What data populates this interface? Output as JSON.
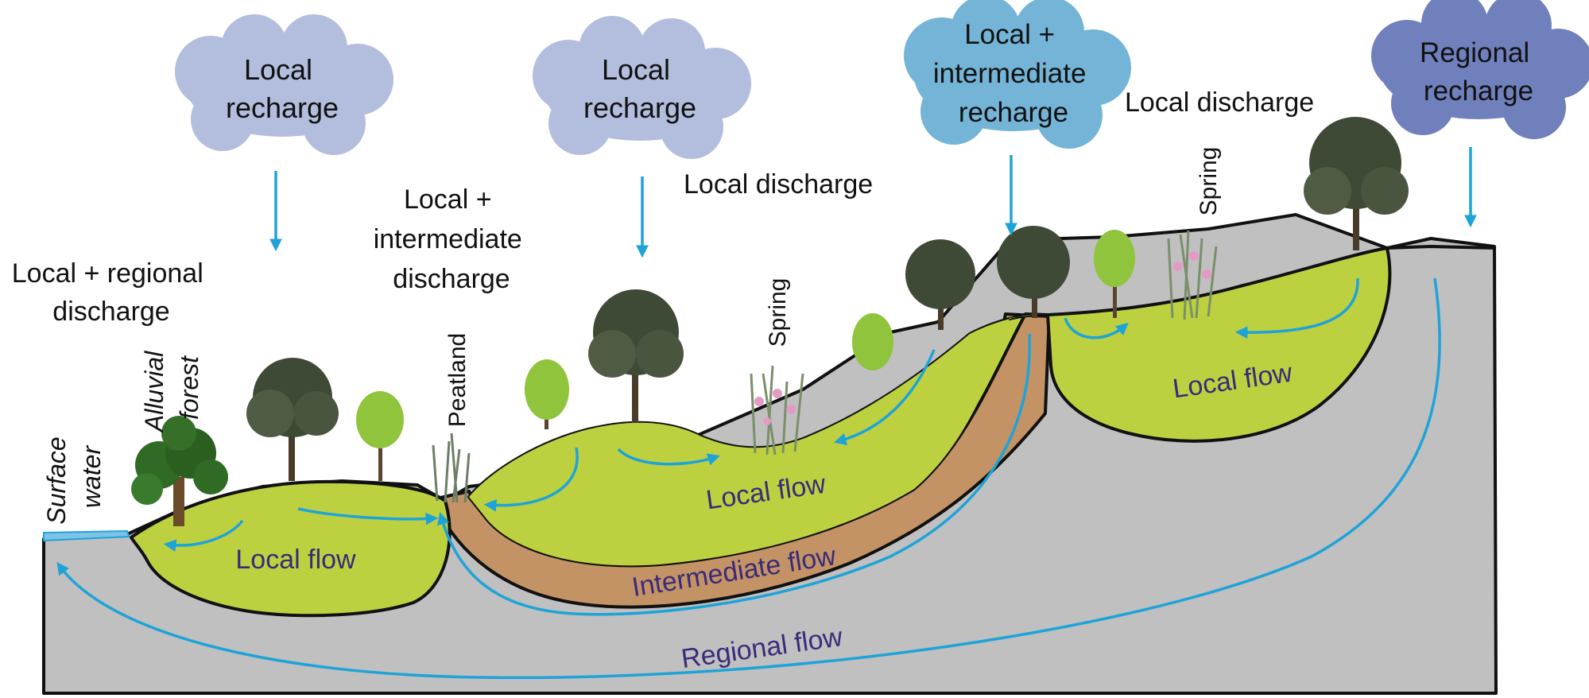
{
  "clouds": {
    "local_recharge_1": [
      "Local",
      "recharge"
    ],
    "local_recharge_2": [
      "Local",
      "recharge"
    ],
    "intermediate_recharge": [
      "Local +",
      "intermediate",
      "recharge"
    ],
    "regional_recharge": [
      "Regional",
      "recharge"
    ]
  },
  "discharge": {
    "local_regional": [
      "Local + regional",
      "discharge"
    ],
    "local_intermediate": [
      "Local +",
      "intermediate",
      "discharge"
    ],
    "local_1": "Local discharge",
    "local_2": "Local discharge"
  },
  "features": {
    "surface_water": [
      "Surface",
      "water"
    ],
    "alluvial_forest": [
      "Alluvial",
      "forest"
    ],
    "peatland": "Peatland",
    "spring_1": "Spring",
    "spring_2": "Spring"
  },
  "flows": {
    "local_flow_1": "Local flow",
    "local_flow_2": "Local flow",
    "local_flow_3": "Local flow",
    "intermediate_flow": "Intermediate flow",
    "regional_flow": "Regional flow"
  },
  "colors": {
    "cloud_light": "#b3bddd",
    "cloud_blue": "#74b4d6",
    "cloud_dark": "#6f80bc",
    "arrow": "#1ea3d8",
    "green": "#bdd140",
    "brown": "#c39365",
    "gray": "#c0c0c0",
    "water": "#7ec3e6",
    "flow_text": "#3b2a7a"
  }
}
